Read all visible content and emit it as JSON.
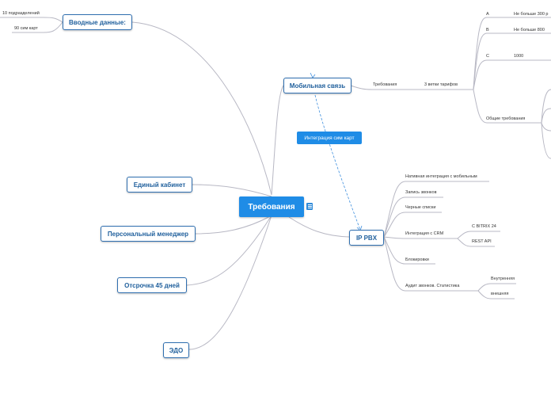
{
  "root": {
    "label": "Требования"
  },
  "branches": {
    "input_data": {
      "label": "Вводные данные:",
      "children": [
        "10 подразделений",
        "90 сим карт"
      ]
    },
    "single_cabinet": {
      "label": "Единый кабинет"
    },
    "personal_manager": {
      "label": "Персональный менеджер"
    },
    "deferral": {
      "label": "Отсрочка 45 дней"
    },
    "edo": {
      "label": "ЭДО"
    },
    "mobile": {
      "label": "Мобильная связь",
      "requirements": "Требования",
      "tariffs": "3 ветки тарифов",
      "tariff_a": {
        "label": "A",
        "value": "Не больше 300 р"
      },
      "tariff_b": {
        "label": "B",
        "value": "Не больше 800"
      },
      "tariff_c": {
        "label": "C",
        "value": "1000"
      },
      "general": "Общие требования"
    },
    "sim_integration": {
      "label": "Интеграция сим карт"
    },
    "ip_pbx": {
      "label": "IP PBX",
      "items": {
        "native": "Нативная интеграция с мобильным",
        "recording": "Запись звонков",
        "blacklists": "Черные списки",
        "crm": "Интеграция с CRM",
        "crm_bitrix": "C BITRIX 24",
        "crm_rest": "REST API",
        "blocking": "Блокировки",
        "audit": "Аудит звонков. Статистика",
        "audit_internal": "Внутренняя",
        "audit_external": "внешняя"
      }
    }
  },
  "colors": {
    "root_fill": "#1f8ce6",
    "node_border": "#2f6fb0",
    "link": "#b8b8c4",
    "dashed_link": "#3d8ede"
  },
  "icons": {
    "note": "note-icon"
  }
}
